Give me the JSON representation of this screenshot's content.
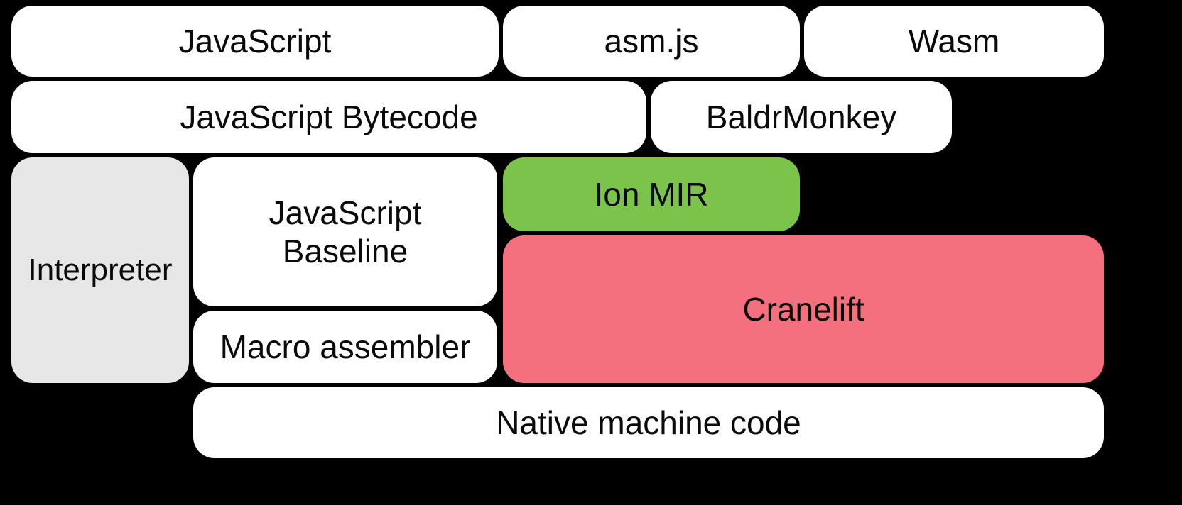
{
  "diagram": {
    "background": "#000000",
    "text_color": "#0a0a0a",
    "nodes": {
      "javascript": {
        "label": "JavaScript",
        "color": "#ffffff"
      },
      "asmjs": {
        "label": "asm.js",
        "color": "#ffffff"
      },
      "wasm": {
        "label": "Wasm",
        "color": "#ffffff"
      },
      "bytecode": {
        "label": "JavaScript Bytecode",
        "color": "#ffffff"
      },
      "baldrmonkey": {
        "label": "BaldrMonkey",
        "color": "#ffffff"
      },
      "interpreter": {
        "label": "Interpreter",
        "color": "#e7e7e7"
      },
      "baseline": {
        "label": "JavaScript Baseline",
        "color": "#ffffff"
      },
      "ion_mir": {
        "label": "Ion MIR",
        "color": "#7cc34c"
      },
      "cranelift": {
        "label": "Cranelift",
        "color": "#f4707e"
      },
      "macro_assembler": {
        "label": "Macro assembler",
        "color": "#ffffff"
      },
      "native_machine_code": {
        "label": "Native machine code",
        "color": "#ffffff"
      }
    }
  }
}
